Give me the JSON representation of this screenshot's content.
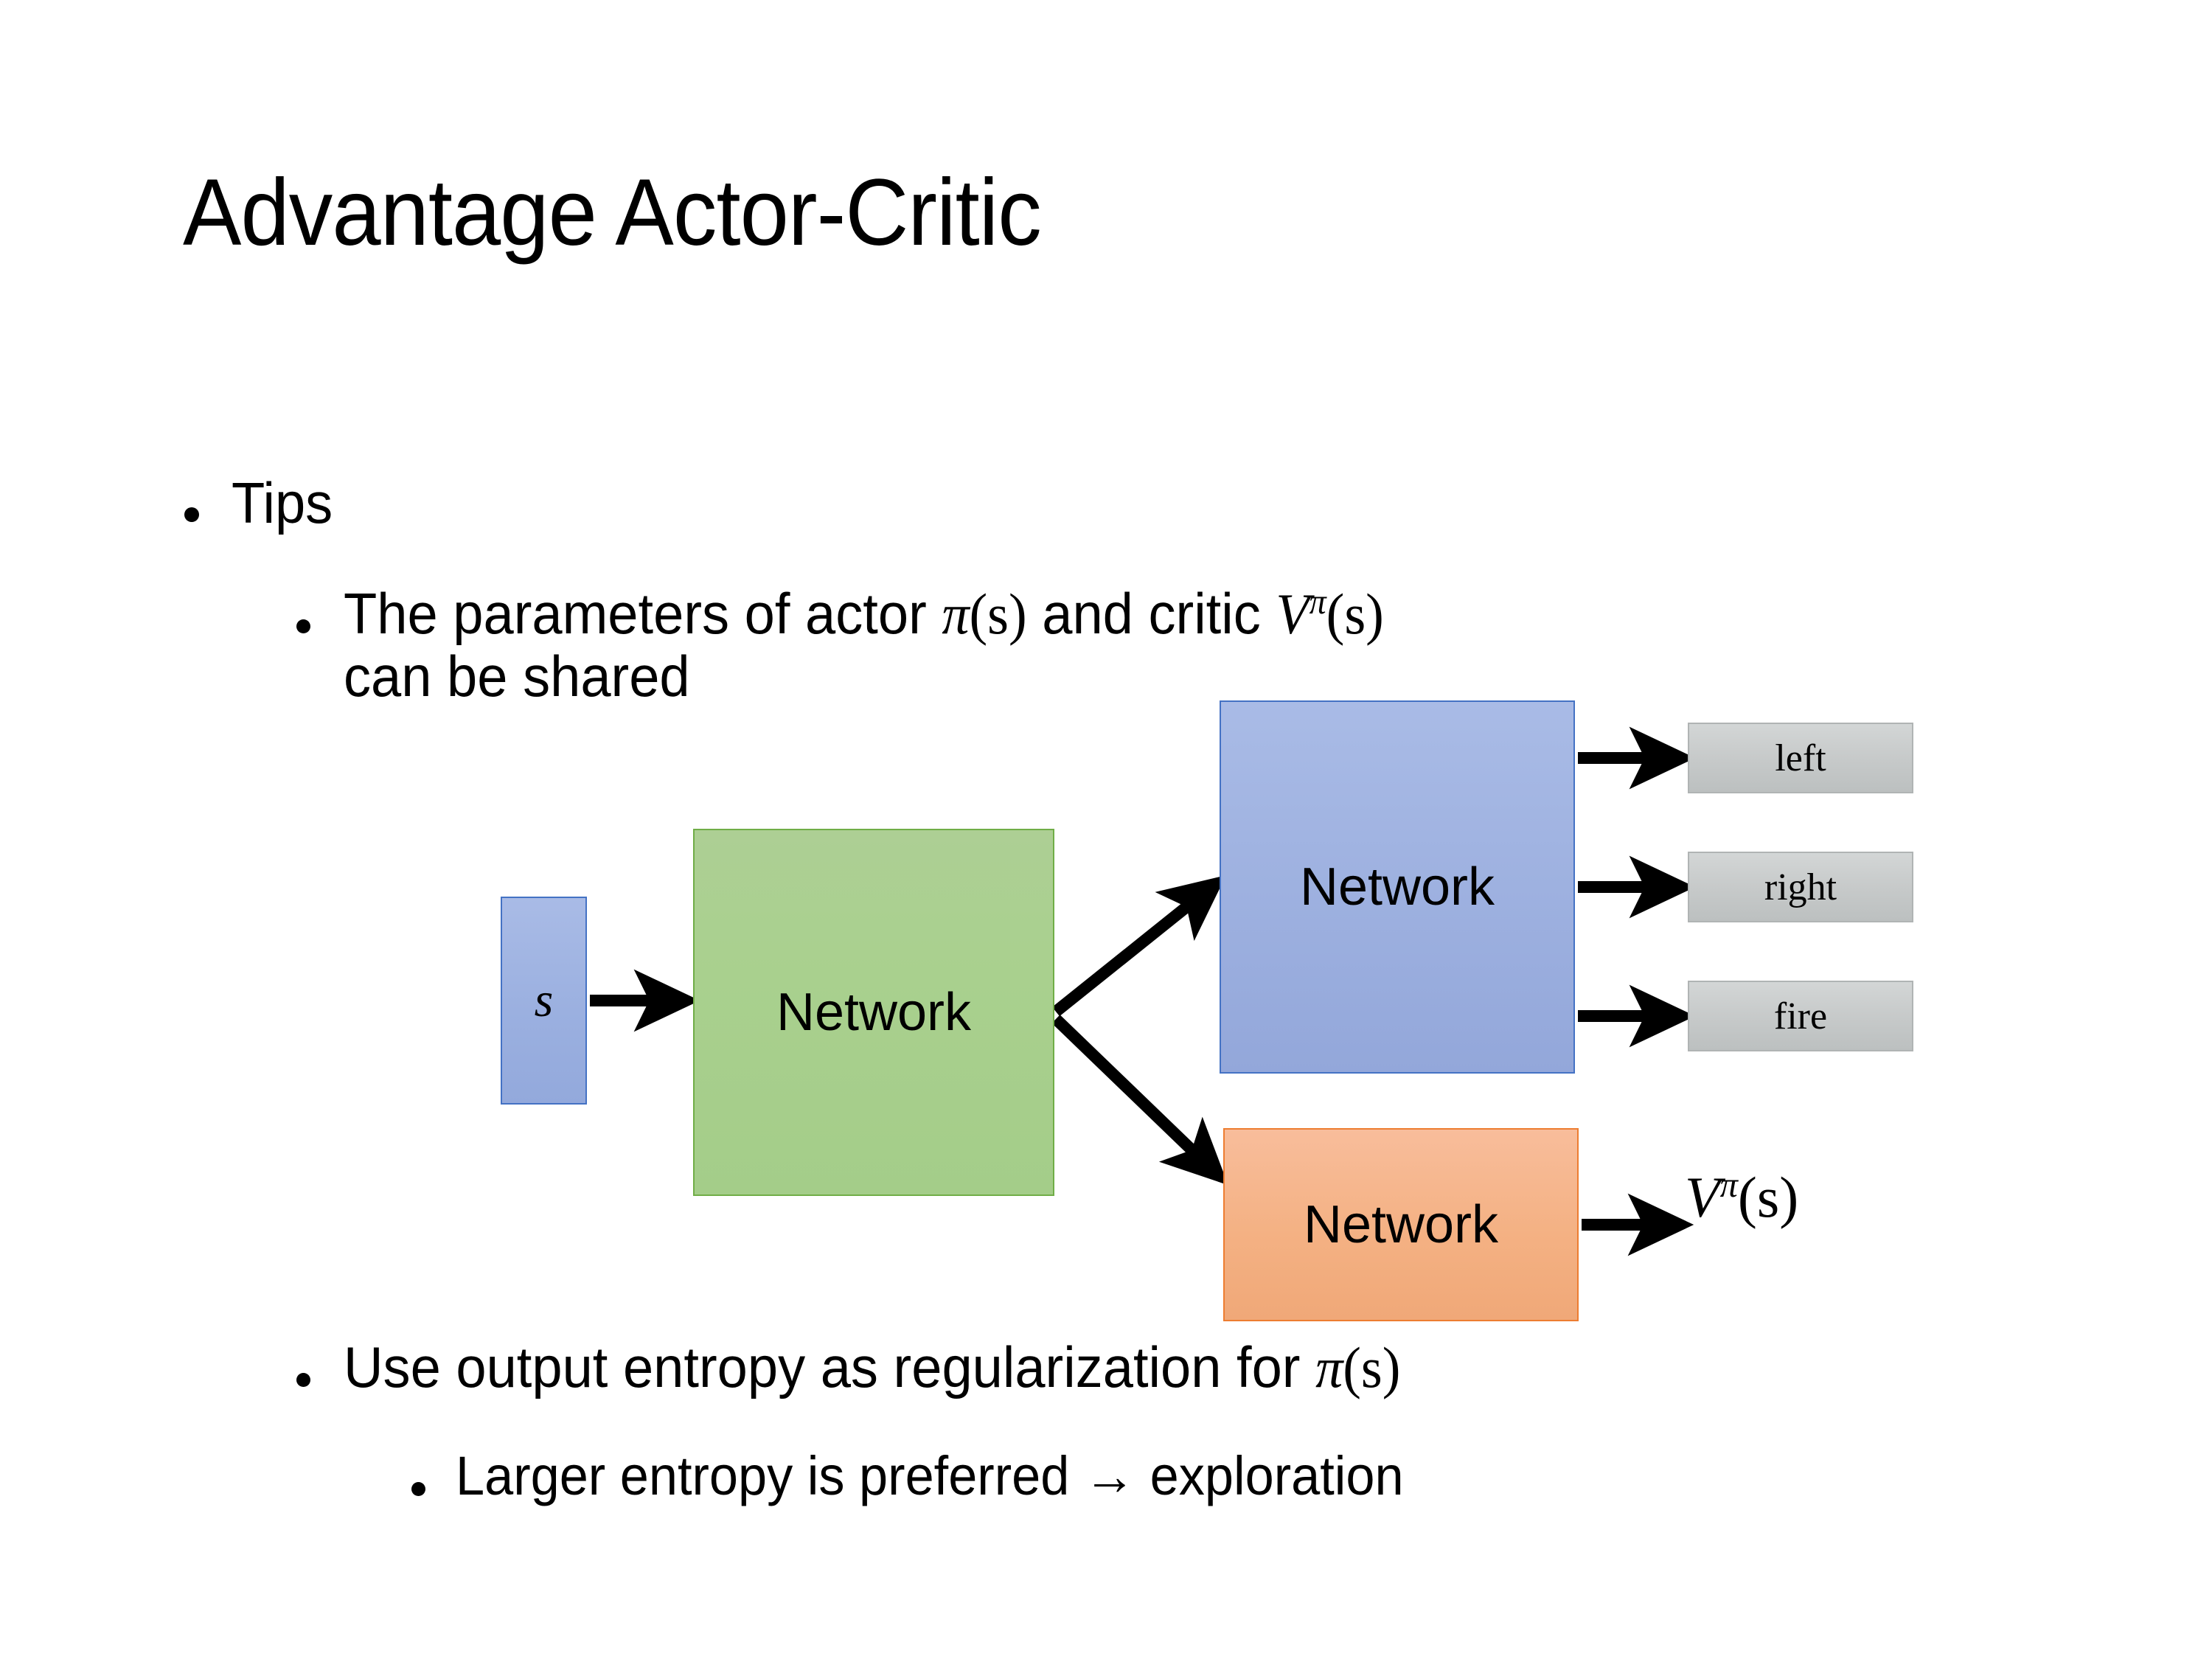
{
  "slide": {
    "title": "Advantage Actor-Critic",
    "background": "#ffffff"
  },
  "bullets": [
    {
      "level": 1,
      "marker": "•",
      "text": "Tips"
    },
    {
      "level": 2,
      "marker": "•",
      "line1_prefix": "The parameters of actor ",
      "line1_math_pi": "π",
      "line1_math_pi_arg": "(s)",
      "line1_middle": "  and critic ",
      "line1_math_V": "V",
      "line1_math_V_sup": "π",
      "line1_math_V_arg": "(s)",
      "line2": "can be shared"
    },
    {
      "level": 2,
      "marker": "•",
      "prefix": "Use output entropy as regularization for ",
      "math_pi": "π",
      "math_pi_arg": "(s)"
    },
    {
      "level": 3,
      "marker": "•",
      "text": "Larger entropy is preferred → exploration"
    }
  ],
  "diagram": {
    "input_box": {
      "label": "s",
      "fill": "#9bb0e0",
      "border": "#4472c4"
    },
    "shared_network": {
      "label": "Network",
      "fill": "#a9d08e",
      "border": "#70ad47"
    },
    "actor_network": {
      "label": "Network",
      "fill": "#9eb1e0",
      "border": "#4472c4"
    },
    "critic_network": {
      "label": "Network",
      "fill": "#f4b183",
      "border": "#ed7d31"
    },
    "action_outputs": [
      {
        "label": "left",
        "fill": "#c8cbcb",
        "border": "#b0b4b4"
      },
      {
        "label": "right",
        "fill": "#c8cbcb",
        "border": "#b0b4b4"
      },
      {
        "label": "fire",
        "fill": "#c8cbcb",
        "border": "#b0b4b4"
      }
    ],
    "value_output": {
      "symbol": "V",
      "superscript": "π",
      "argument": "(s)"
    },
    "arrow_color": "#000000"
  }
}
